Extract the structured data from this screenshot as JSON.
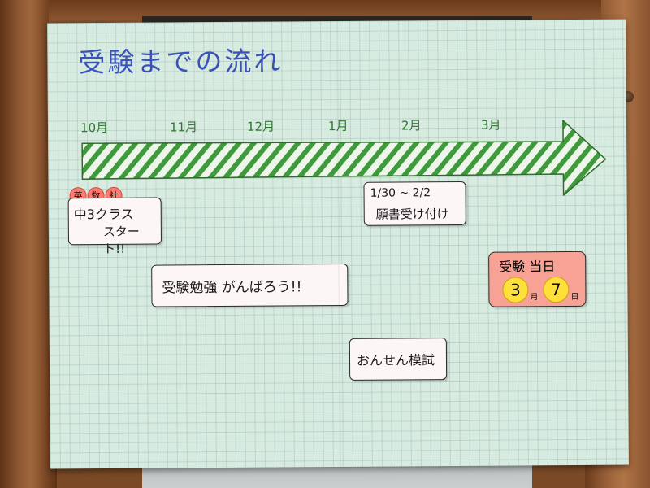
{
  "poster": {
    "title": "受験までの流れ",
    "months": [
      "10月",
      "11月",
      "12月",
      "1月",
      "2月",
      "3月"
    ],
    "badges": [
      "英",
      "数",
      "社"
    ],
    "class_start": {
      "line1": "中3クラス",
      "line2": "スタート!!"
    },
    "application": {
      "dates": "1/30 ~ 2/2",
      "label": "願書受け付け"
    },
    "study_note": "受験勉強 がんばろう!!",
    "mock_exam": "おんせん模試",
    "exam_day": {
      "title": "受験 当日",
      "month": "3",
      "month_unit": "月",
      "day": "7",
      "day_unit": "日"
    }
  },
  "colors": {
    "paper": "#d8ebe0",
    "title": "#3a52b8",
    "arrow_stripe": "#3e9a3a",
    "badge": "#ff7a70",
    "exam_card": "#f7a294",
    "coin": "#ffe03a"
  }
}
